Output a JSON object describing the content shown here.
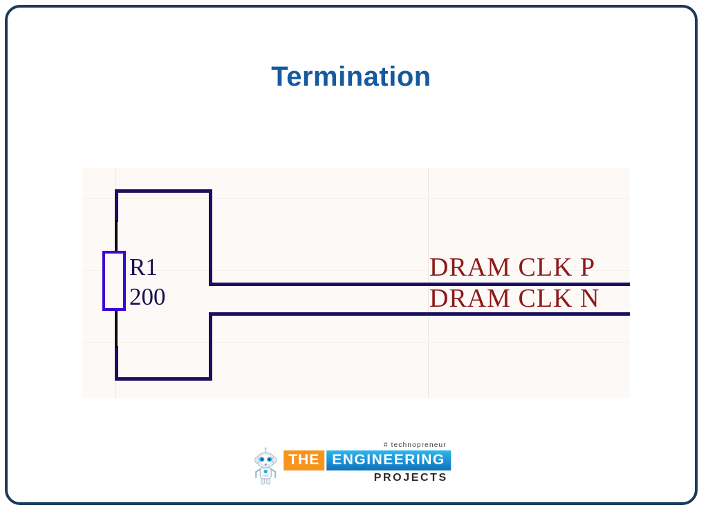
{
  "slide": {
    "title": "Termination",
    "border_color": "#1b3a5c",
    "title_color": "#15599e",
    "background": "#ffffff"
  },
  "schematic": {
    "panel_background": "#fdf9f6",
    "wire_color": "#1c0f60",
    "lead_color": "#0d0d0d",
    "resistor_outline_color": "#3a06d4",
    "label_color": "#171050",
    "net_label_color": "#8c1a1a",
    "components": [
      {
        "name": "resistor",
        "designator": "R1",
        "value": "200"
      }
    ],
    "nets": [
      {
        "name": "DRAM_CLK_P",
        "label": "DRAM  CLK  P"
      },
      {
        "name": "DRAM_CLK_N",
        "label": "DRAM  CLK  N"
      }
    ]
  },
  "footer": {
    "tagline": "# technopreneur",
    "brand_the": "THE",
    "brand_engineering": "ENGINEERING",
    "brand_projects": "PROJECTS",
    "the_color": "#f7941e",
    "engineering_color": "#1b8fd4",
    "projects_color": "#2b2b2b"
  }
}
